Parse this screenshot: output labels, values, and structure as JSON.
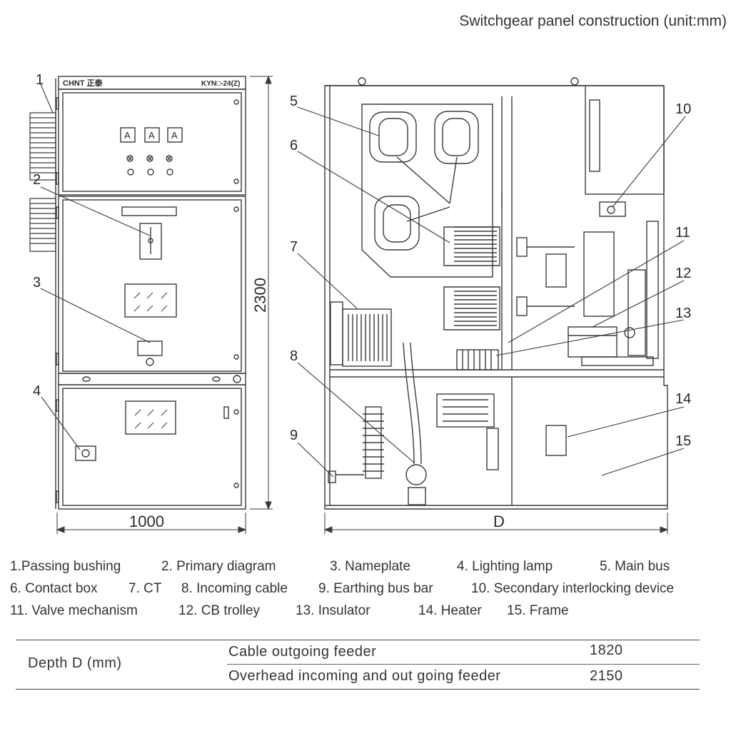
{
  "title": "Switchgear panel construction (unit:mm)",
  "front_view": {
    "brand": "CHNT 正泰",
    "model": "KYN□-24(Z)",
    "meter_label": "A",
    "width_label": "1000",
    "height_label": "2300"
  },
  "side_view": {
    "depth_label": "D"
  },
  "callouts": [
    "1",
    "2",
    "3",
    "4",
    "5",
    "6",
    "7",
    "8",
    "9",
    "10",
    "11",
    "12",
    "13",
    "14",
    "15"
  ],
  "legend": {
    "rows": [
      [
        "1.Passing bushing",
        "2. Primary diagram",
        "3. Nameplate",
        "4. Lighting lamp",
        "5. Main bus"
      ],
      [
        "6. Contact box",
        "7. CT",
        "8. Incoming cable",
        "9. Earthing bus bar",
        "10. Secondary interlocking device"
      ],
      [
        "11. Valve mechanism",
        "12. CB trolley",
        "13. Insulator",
        "14. Heater",
        "15. Frame"
      ]
    ]
  },
  "depth_table": {
    "row_header": "Depth  D (mm)",
    "rows": [
      {
        "feeder": "Cable outgoing feeder",
        "depth": "1820"
      },
      {
        "feeder": "Overhead incoming and out going feeder",
        "depth": "2150"
      }
    ]
  }
}
